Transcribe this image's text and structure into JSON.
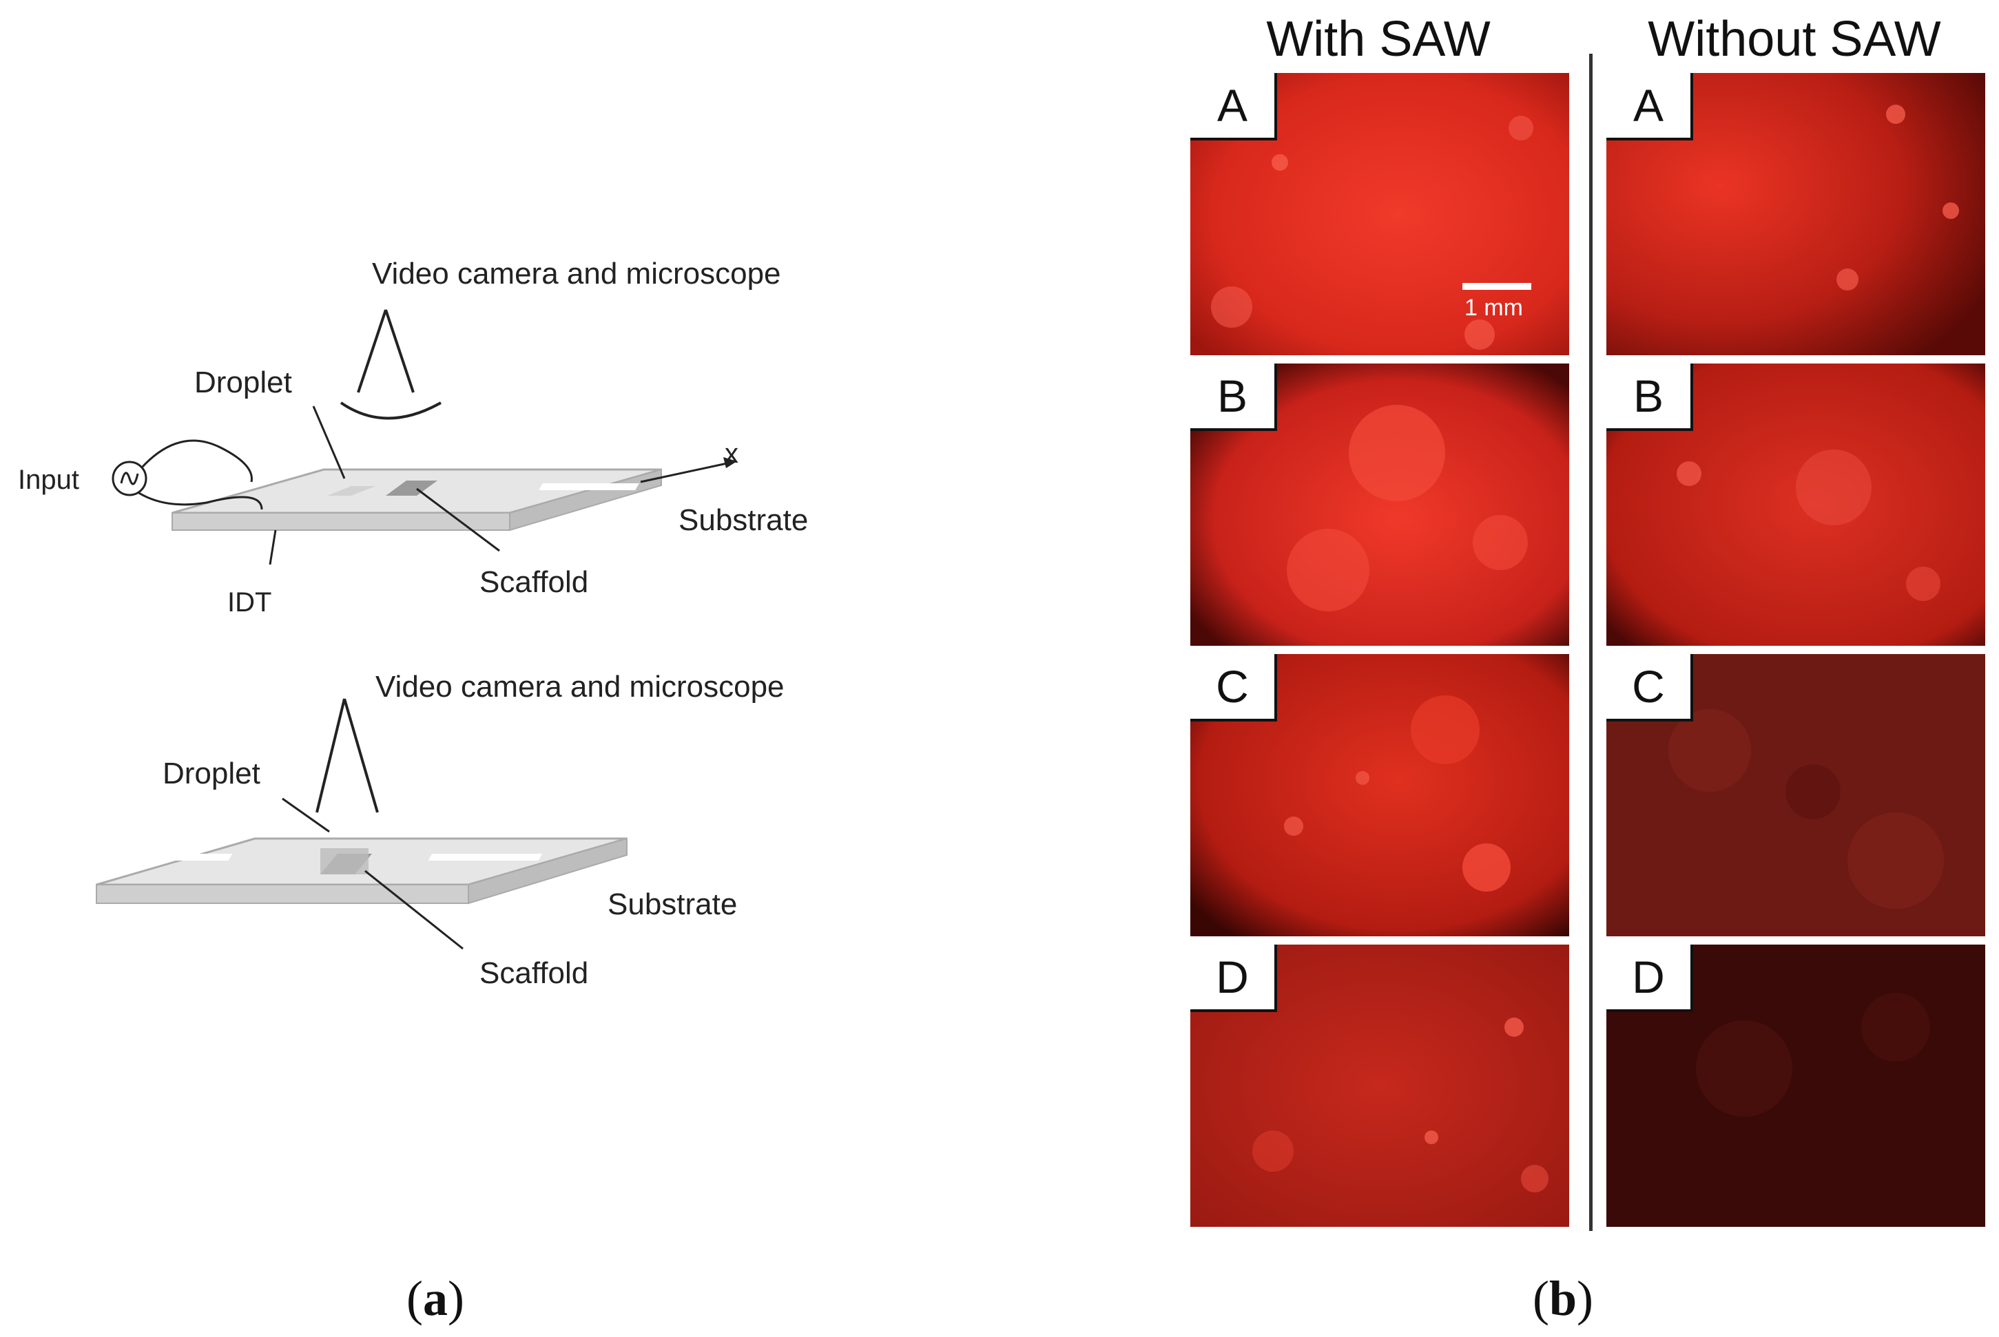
{
  "captions": {
    "a_open": "(",
    "a_letter": "a",
    "a_close": ")",
    "b_open": "(",
    "b_letter": "b",
    "b_close": ")"
  },
  "schematic": {
    "top": {
      "camera_label": "Video camera and microscope",
      "droplet_label": "Droplet",
      "input_label": "Input",
      "axis_label": "x",
      "substrate_label": "Substrate",
      "idt_label": "IDT",
      "scaffold_label": "Scaffold"
    },
    "bottom": {
      "camera_label": "Video camera and microscope",
      "droplet_label": "Droplet",
      "substrate_label": "Substrate",
      "scaffold_label": "Scaffold"
    }
  },
  "micrographs": {
    "with_saw_header": "With SAW",
    "without_saw_header": "Without SAW",
    "scale_bar_label": "1 mm",
    "with_saw_panels": [
      "A",
      "B",
      "C",
      "D"
    ],
    "without_saw_panels": [
      "A",
      "B",
      "C",
      "D"
    ]
  }
}
